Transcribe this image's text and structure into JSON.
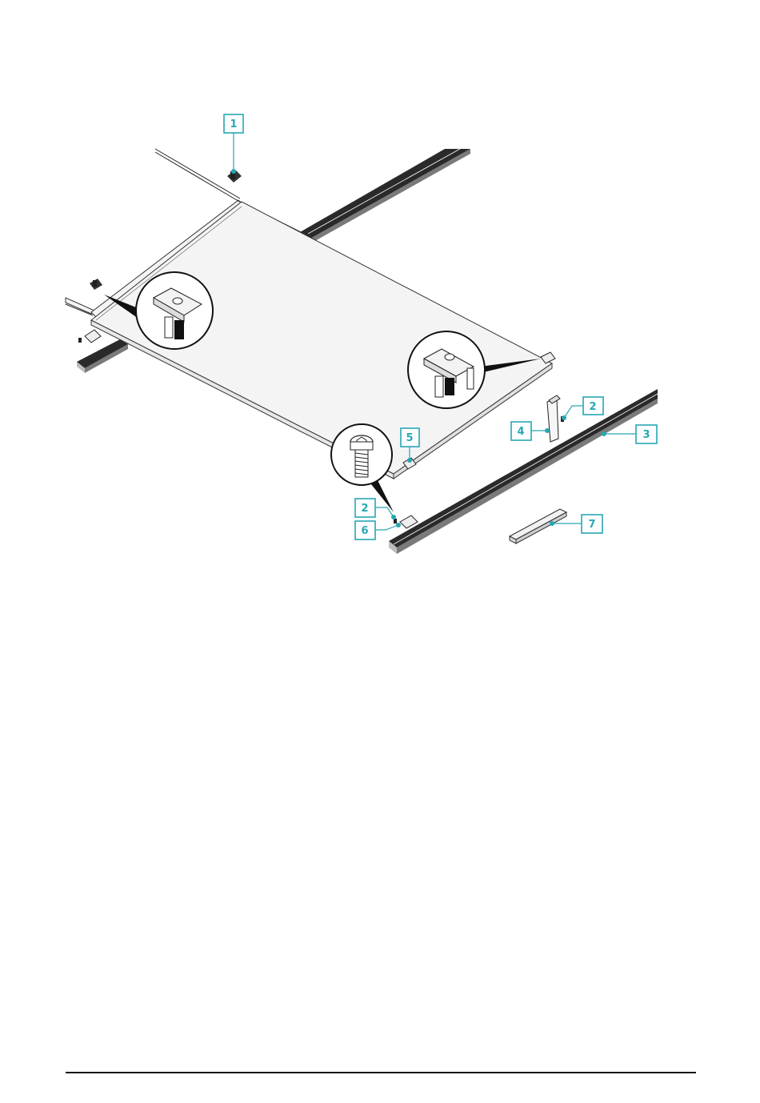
{
  "accent_color": "#27a7b4",
  "callouts": [
    {
      "label": "1"
    },
    {
      "label": "2"
    },
    {
      "label": "3"
    },
    {
      "label": "4"
    },
    {
      "label": "5"
    },
    {
      "label": "2"
    },
    {
      "label": "6"
    },
    {
      "label": "7"
    }
  ]
}
